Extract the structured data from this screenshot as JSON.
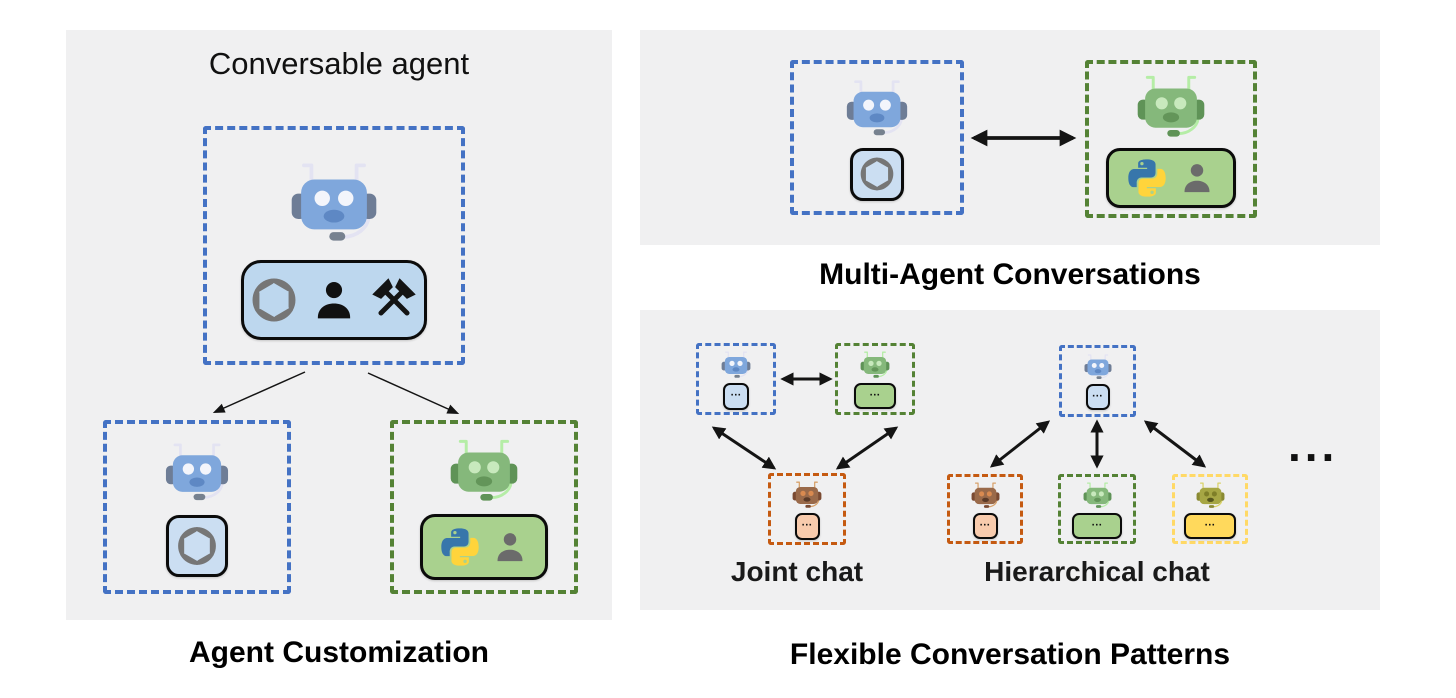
{
  "colors": {
    "panel-bg": "#f0f0f1",
    "blue-dash": "#4472c4",
    "green-dash": "#548235",
    "orange-dash": "#c55a11",
    "yellow-dash": "#ffd966",
    "tile-blue": "#bdd7ee",
    "tile-blue-light": "#cbdef2",
    "tile-green": "#a9d18e",
    "tile-peach": "#f8cbad",
    "tile-yellow": "#ffd95c",
    "box-border": "#0b0b0b",
    "arrow-color": "#141414",
    "openai-gray": "#767676",
    "person-gray": "#6b6b6b",
    "person-black": "#111111",
    "python-blue": "#3776ab",
    "python-yellow": "#ffd43b"
  },
  "robot_palettes": {
    "blue": {
      "head": "#7fa7dc",
      "ear": "#6e7d96",
      "eye": "#f3f5fb",
      "mouth": "#5e88c4",
      "antenna": "#e3e3f2",
      "mic": "#76818f"
    },
    "green": {
      "head": "#85b87b",
      "ear": "#5f9357",
      "eye": "#c8e9bd",
      "mouth": "#639559",
      "antenna": "#b5eda6",
      "mic": "#5f9357"
    },
    "brown": {
      "head": "#9a6a4a",
      "ear": "#7a4a32",
      "eye": "#d98a50",
      "mouth": "#5a3a28",
      "antenna": "#d8a26b",
      "mic": "#7a4a32"
    },
    "olive": {
      "head": "#a6a644",
      "ear": "#8a8a33",
      "eye": "#7e7e28",
      "mouth": "#55551d",
      "antenna": "#d9d268",
      "mic": "#8a8a33"
    }
  },
  "panels": {
    "agent_customization": {
      "title": "Conversable agent",
      "caption": "Agent Customization"
    },
    "multi_agent": {
      "caption": "Multi-Agent Conversations"
    },
    "conversation_patterns": {
      "joint_chat_label": "Joint chat",
      "hierarchical_chat_label": "Hierarchical chat",
      "more_patterns_ellipsis": "...",
      "caption": "Flexible Conversation Patterns"
    }
  },
  "chat_tile_ellipsis": "...",
  "icons": {
    "agent": "robot-icon",
    "llm": "openai-logo-icon",
    "human": "person-icon",
    "tools": "crossed-hammers-icon",
    "code": "python-logo-icon",
    "link": "double-arrow-icon"
  }
}
